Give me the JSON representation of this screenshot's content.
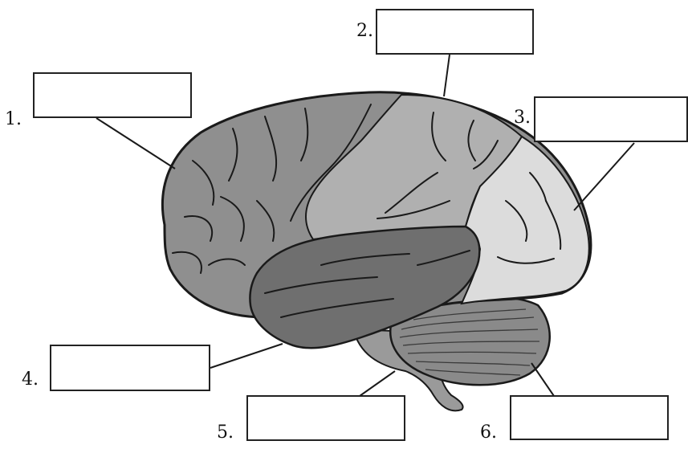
{
  "labels": [
    {
      "number": "1.",
      "text": ""
    },
    {
      "number": "2.",
      "text": ""
    },
    {
      "number": "3.",
      "text": ""
    },
    {
      "number": "4.",
      "text": ""
    },
    {
      "number": "5.",
      "text": ""
    },
    {
      "number": "6.",
      "text": ""
    }
  ],
  "colors": {
    "frontal": "#8f8f8f",
    "parietal": "#b0b0b0",
    "occipital": "#dcdcdc",
    "temporal": "#6f6f6f",
    "cerebellum": "#8a8a8a",
    "brainstem": "#9a9a9a",
    "outline": "#1a1a1a"
  }
}
